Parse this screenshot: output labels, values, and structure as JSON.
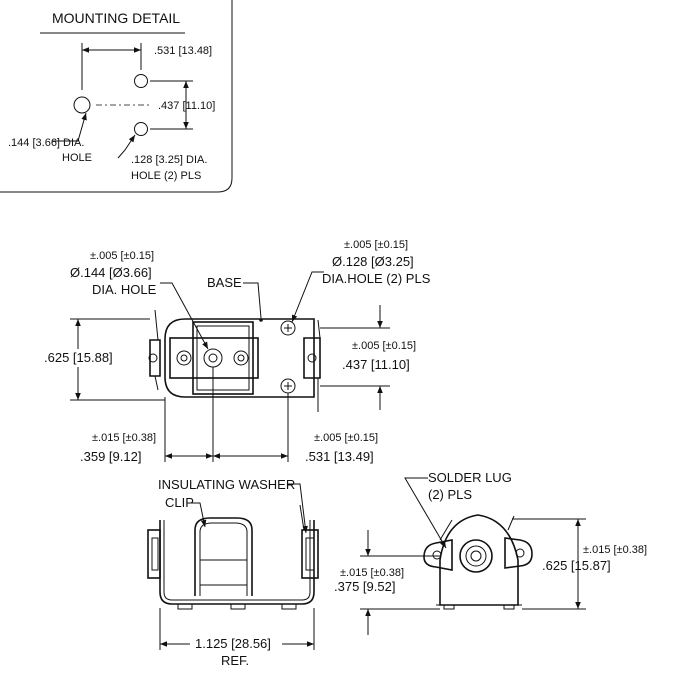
{
  "mounting_detail": {
    "title": "MOUNTING DETAIL",
    "dim_horizontal": ".531 [13.48]",
    "dim_vertical": ".437 [11.10]",
    "hole_large_line1": ".144 [3.66] DIA.",
    "hole_large_line2": "HOLE",
    "hole_small_line1": ".128 [3.25] DIA.",
    "hole_small_line2": "HOLE (2) PLS"
  },
  "top_view": {
    "tol_left": "±.005 [±0.15]",
    "hole_left_line1": "Ø.144 [Ø3.66]",
    "hole_left_line2": "DIA. HOLE",
    "base_label": "BASE",
    "tol_right": "±.005 [±0.15]",
    "hole_right_line1": "Ø.128 [Ø3.25]",
    "hole_right_line2": "DIA.HOLE (2) PLS",
    "height_dim": ".625 [15.88]",
    "tol_spacing": "±.005 [±0.15]",
    "spacing_dim": ".437 [11.10]",
    "tol_bottom_left": "±.015 [±0.38]",
    "dim_bottom_left": ".359 [9.12]",
    "tol_bottom_right": "±.005 [±0.15]",
    "dim_bottom_right": ".531 [13.49]"
  },
  "front_view": {
    "washer_label": "INSULATING WASHER",
    "clip_label": "CLIP",
    "width_dim": "1.125 [28.56]",
    "ref_label": "REF."
  },
  "side_view": {
    "lug_line1": "SOLDER LUG",
    "lug_line2": "(2) PLS",
    "tol_left": "±.015 [±0.38]",
    "dim_left": ".375 [9.52]",
    "tol_right": "±.015 [±0.38]",
    "dim_right": ".625 [15.87]"
  }
}
